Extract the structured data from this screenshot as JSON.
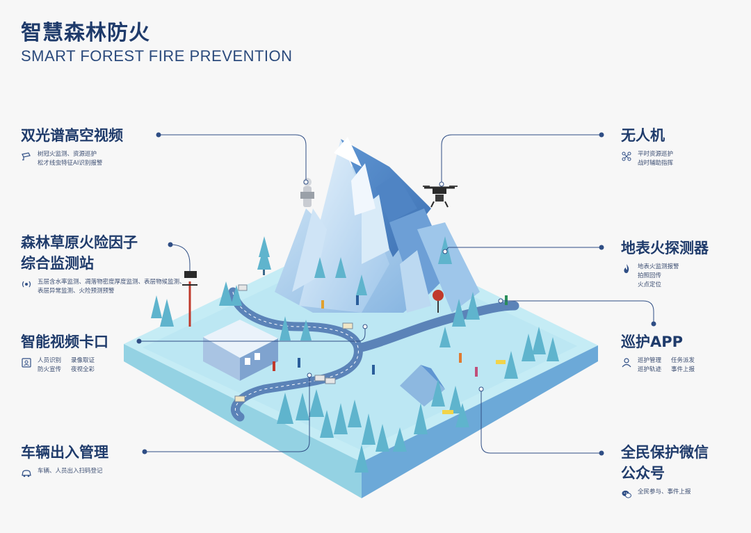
{
  "title": {
    "zh": "智慧森林防火",
    "en": "SMART FOREST FIRE PREVENTION"
  },
  "callouts": {
    "dual_spectrum": {
      "heading": "双光谱高空视频",
      "lines": [
        "树冠火监测、资源巡护",
        "松才线虫特征AI识别报警"
      ],
      "icon": "camera-icon"
    },
    "monitor_station": {
      "heading_line1": "森林草原火险因子",
      "heading_line2": "综合监测站",
      "lines": [
        "五层含水率监测、凋落物密度厚度监测、表层物候监测、",
        "表层异常监测、火险预测预警"
      ],
      "icon": "sensor-icon"
    },
    "video_gate": {
      "heading": "智能视频卡口",
      "items": [
        "人员识别",
        "录像取证",
        "防火宣传",
        "夜视全彩"
      ],
      "icon": "person-id-icon"
    },
    "vehicle": {
      "heading": "车辆出入管理",
      "lines": [
        "车辆、人员出入扫码登记"
      ],
      "icon": "car-icon"
    },
    "drone": {
      "heading": "无人机",
      "lines": [
        "平时资源巡护",
        "战时辅助指挥"
      ],
      "icon": "drone-icon"
    },
    "ground_detector": {
      "heading": "地表火探测器",
      "lines": [
        "地表火监测报警",
        "拍照回传",
        "火点定位"
      ],
      "icon": "flame-icon"
    },
    "patrol_app": {
      "heading": "巡护APP",
      "items": [
        "巡护管理",
        "任务派发",
        "巡护轨迹",
        "事件上报"
      ],
      "icon": "user-icon"
    },
    "wechat": {
      "heading_line1": "全民保护微信",
      "heading_line2": "公众号",
      "lines": [
        "全民参与、事件上报"
      ],
      "icon": "wechat-icon"
    }
  },
  "colors": {
    "heading": "#1f3b6b",
    "line": "#2f4e85",
    "platform_top": "#c4ebf4",
    "platform_left": "#8fd0e3",
    "platform_right": "#6aa9d6",
    "mountain": "#8bb8e4",
    "tree": "#66b8cf",
    "road": "#5b83b8"
  }
}
